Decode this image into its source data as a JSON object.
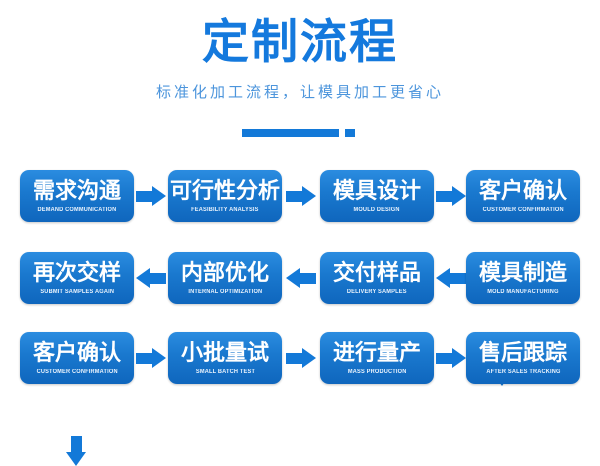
{
  "header": {
    "title": "定制流程",
    "subtitle": "标准化加工流程，让模具加工更省心"
  },
  "colors": {
    "title_blue": "#1479dd",
    "subtitle_blue": "#4c95dc",
    "node_blue": "#1379d8",
    "node_gradient_top": "#2b8ce0",
    "node_gradient_bottom": "#0f66bd",
    "background": "#ffffff"
  },
  "flow": {
    "rows": [
      {
        "direction": "left-to-right",
        "nodes": [
          {
            "cn": "需求沟通",
            "en": "DEMAND COMMUNICATION"
          },
          {
            "cn": "可行性分析",
            "en": "FEASIBILITY ANALYSIS"
          },
          {
            "cn": "模具设计",
            "en": "MOULD DESIGN"
          },
          {
            "cn": "客户确认",
            "en": "CUSTOMER CONFIRMATION"
          }
        ]
      },
      {
        "direction": "right-to-left",
        "nodes": [
          {
            "cn": "再次交样",
            "en": "SUBMIT SAMPLES AGAIN"
          },
          {
            "cn": "内部优化",
            "en": "INTERNAL OPTIMIZATION"
          },
          {
            "cn": "交付样品",
            "en": "DELIVERY SAMPLES"
          },
          {
            "cn": "模具制造",
            "en": "MOLD MANUFACTURING"
          }
        ]
      },
      {
        "direction": "left-to-right",
        "nodes": [
          {
            "cn": "客户确认",
            "en": "CUSTOMER CONFIRMATION"
          },
          {
            "cn": "小批量试",
            "en": "SMALL BATCH TEST"
          },
          {
            "cn": "进行量产",
            "en": "MASS PRODUCTION"
          },
          {
            "cn": "售后跟踪",
            "en": "AFTER SALES TRACKING"
          }
        ]
      }
    ]
  }
}
